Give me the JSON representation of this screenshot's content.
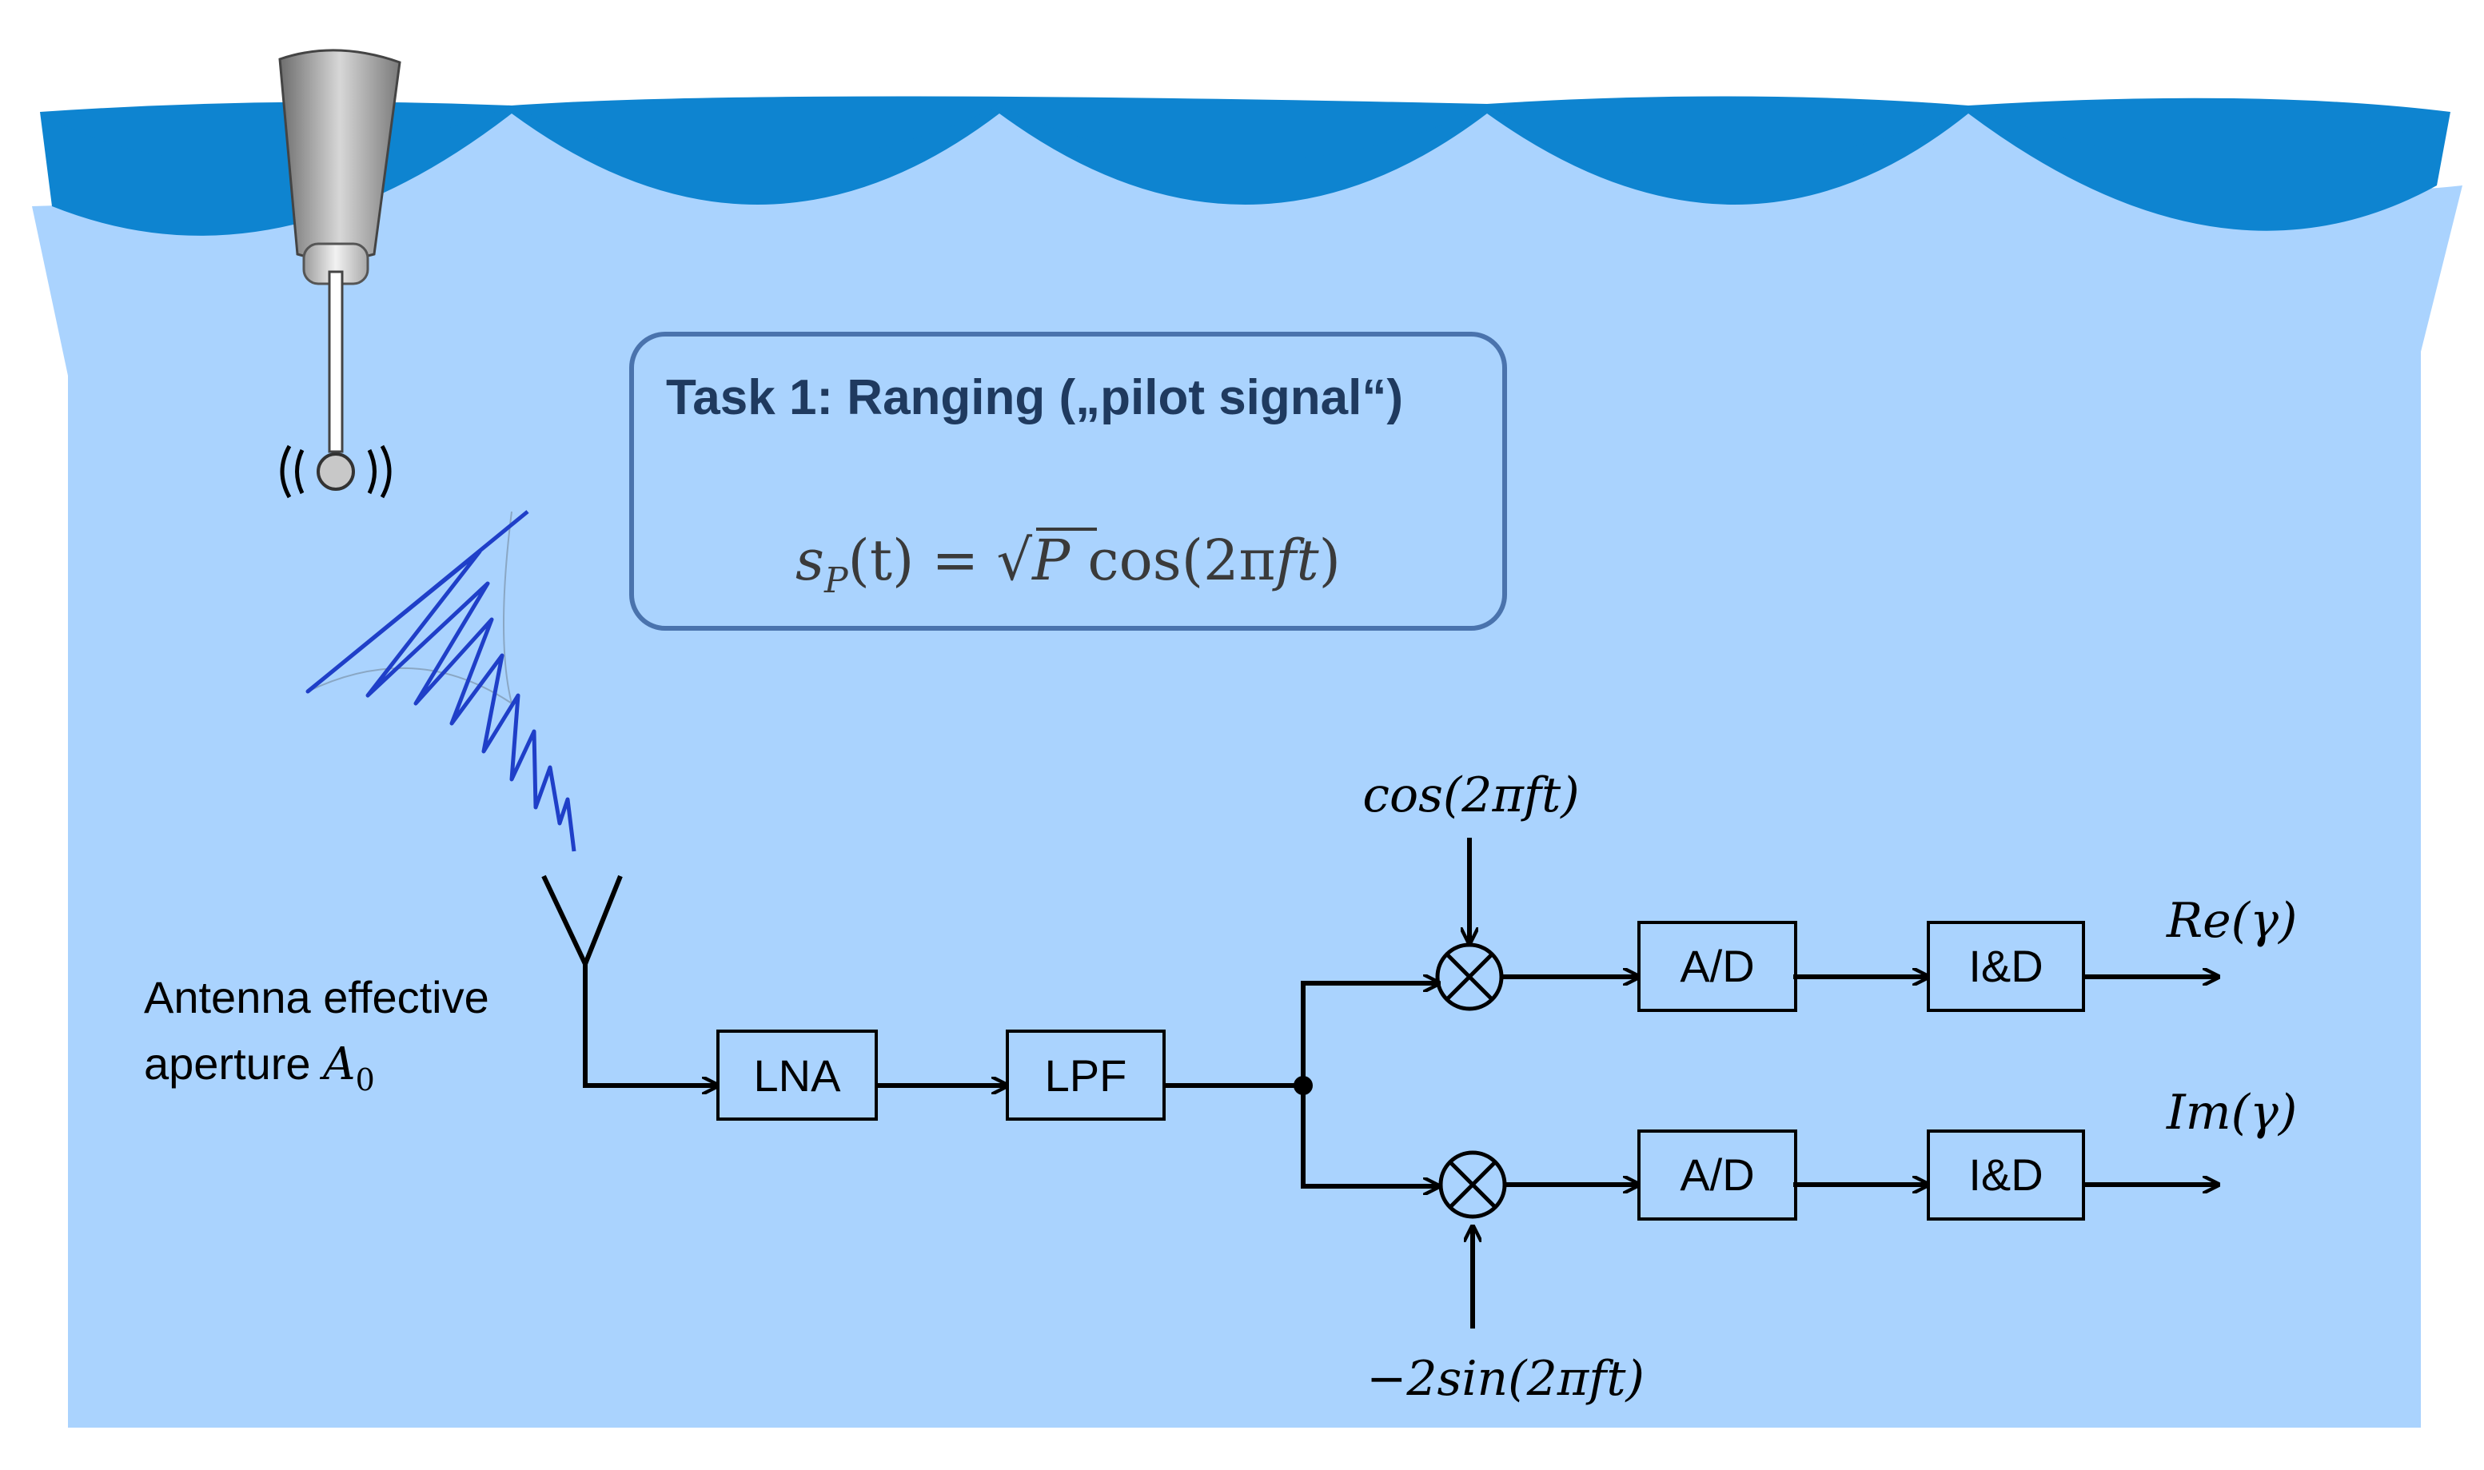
{
  "task_box": {
    "title": "Task 1: Ranging („pilot signal“)",
    "formula": {
      "s": "s",
      "sub": "P",
      "arg": "(t) = ",
      "root": "√",
      "P": "P",
      "cos": " cos(2π",
      "ft": "ft",
      "close": ")"
    }
  },
  "antenna": {
    "line1": "Antenna effective",
    "line2_text": "aperture ",
    "line2_var": "A",
    "line2_sub": "0"
  },
  "blocks": {
    "lna": "LNA",
    "lpf": "LPF",
    "ad_top": "A/D",
    "id_top": "I&D",
    "ad_bottom": "A/D",
    "id_bottom": "I&D"
  },
  "oscillators": {
    "top": "cos(2πft)",
    "bottom": "−2sin(2πft)"
  },
  "outputs": {
    "re": "Re(γ)",
    "im": "Im(γ)"
  },
  "colors": {
    "water": "#aad3fe",
    "wave": "#0e84d0",
    "chirp": "#1f3fc8",
    "box_border": "#4a73ad",
    "title_text": "#1f3a5f",
    "line": "#000000"
  }
}
